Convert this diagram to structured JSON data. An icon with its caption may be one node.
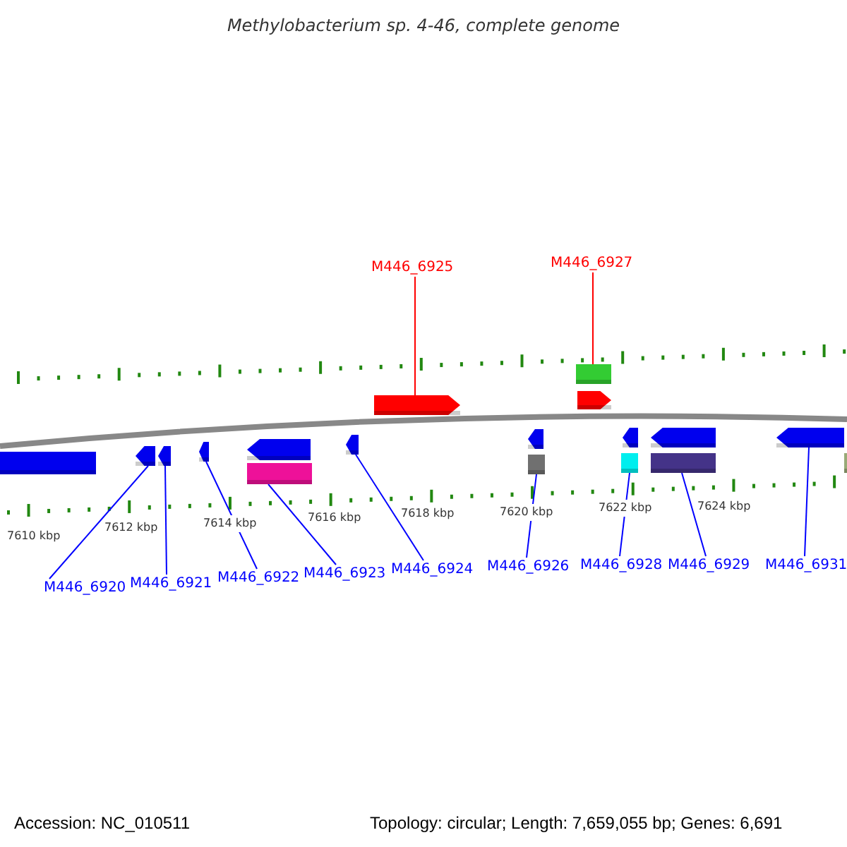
{
  "diagram": {
    "title": "Methylobacterium sp. 4-46, complete genome",
    "nodes": [
      {
        "text": [
          "M446_6925"
        ]
      },
      {
        "text": [
          "M446_6927"
        ]
      },
      {
        "text": [],
        "shape": "bar"
      },
      {
        "text": [],
        "shape": "arrow"
      },
      {
        "text": [],
        "shape": "arrow"
      },
      {
        "text": [],
        "shape": "bar"
      },
      {
        "text": [],
        "shape": "arrow"
      },
      {
        "text": [],
        "shape": "arrow"
      },
      {
        "text": [],
        "shape": "arrow"
      },
      {
        "text": [],
        "shape": "arrow"
      },
      {
        "text": [],
        "shape": "arrow"
      },
      {
        "text": [],
        "shape": "arrow"
      },
      {
        "text": [],
        "shape": "arrow"
      },
      {
        "text": [],
        "shape": "arrow"
      },
      {
        "text": [],
        "shape": "arrow"
      },
      {
        "text": [],
        "shape": "bar"
      },
      {
        "text": [],
        "shape": "bar"
      },
      {
        "text": [],
        "shape": "bar"
      },
      {
        "text": [],
        "shape": "bar"
      },
      {
        "text": [],
        "shape": "bar"
      },
      {
        "text": [
          "M446_6920"
        ]
      },
      {
        "text": [
          "M446_6921"
        ]
      },
      {
        "text": [
          "M446_6922"
        ]
      },
      {
        "text": [
          "M446_6923"
        ]
      },
      {
        "text": [
          "M446_6924"
        ]
      },
      {
        "text": [
          "M446_6926"
        ]
      },
      {
        "text": [
          "M446_6928"
        ]
      },
      {
        "text": [
          "M446_6929"
        ]
      },
      {
        "text": [
          "M446_6931"
        ]
      }
    ],
    "edges": [
      {
        "from": 0,
        "to": 3,
        "arrow": "none",
        "color": "#ff0000"
      },
      {
        "from": 1,
        "to": 2,
        "arrow": "none",
        "color": "#ff0000"
      },
      {
        "from": 20,
        "to": 6,
        "arrow": "none"
      },
      {
        "from": 21,
        "to": 7,
        "arrow": "none"
      },
      {
        "from": 22,
        "to": 8,
        "arrow": "none"
      },
      {
        "from": 23,
        "to": 15,
        "arrow": "none"
      },
      {
        "from": 24,
        "to": 10,
        "arrow": "none"
      },
      {
        "from": 25,
        "to": 16,
        "arrow": "none"
      },
      {
        "from": 26,
        "to": 17,
        "arrow": "none"
      },
      {
        "from": 27,
        "to": 18,
        "arrow": "none"
      },
      {
        "from": 28,
        "to": 14,
        "arrow": "none"
      }
    ],
    "labels": [
      "7610 kbp",
      "7612 kbp",
      "7614 kbp",
      "7616 kbp",
      "7618 kbp",
      "7620 kbp",
      "7622 kbp",
      "7624 kbp",
      "Accession: NC_010511",
      "Topology: circular; Length: 7,659,055 bp; Genes: 6,691"
    ]
  }
}
